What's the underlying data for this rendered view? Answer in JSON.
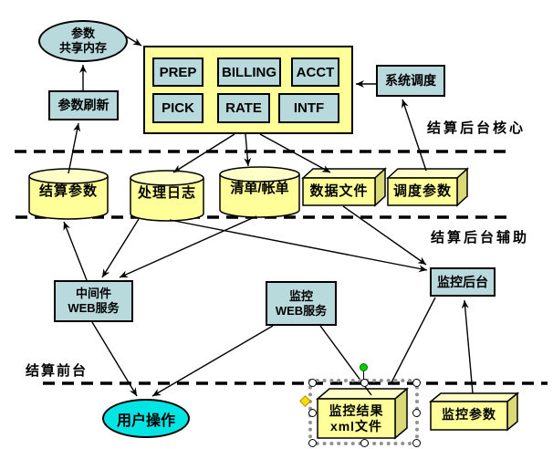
{
  "diagram": {
    "shared_memory": {
      "line1": "参数",
      "line2": "共享内存"
    },
    "param_refresh": {
      "label": "参数刷新"
    },
    "core_container": {
      "modules": [
        "PREP",
        "BILLING",
        "ACCT",
        "PICK",
        "RATE",
        "INTF"
      ]
    },
    "system_dispatch": {
      "label": "系统调度"
    },
    "sections": {
      "core": "结算后台核心",
      "auxiliary": "结算后台辅助",
      "frontend": "结算前台"
    },
    "datastores": {
      "settlement_params": "结算参数",
      "process_log": "处理日志",
      "list_bill": "清单/帐单",
      "data_files": "数据文件",
      "dispatch_params": "调度参数"
    },
    "middleware_web": {
      "line1": "中间件",
      "line2": "WEB服务"
    },
    "monitor_web": {
      "line1": "监控",
      "line2": "WEB服务"
    },
    "monitor_backend": {
      "label": "监控后台"
    },
    "user_operation": {
      "label": "用户操作"
    },
    "monitor_result_file": {
      "line1": "监控结果",
      "line2": "xml文件"
    },
    "monitor_params": {
      "label": "监控参数"
    },
    "colors": {
      "process_fill": "#B9DADD",
      "container_fill": "#FFFF99",
      "datastore_fill": "#FFFF99",
      "datastore_top": "#FFFFC8",
      "datastore_side": "#D9D977",
      "user_fill": "#00E4E4",
      "rotate_handle": "#00CC00",
      "adjust_handle": "#FFDF00",
      "line": "#000000"
    }
  }
}
